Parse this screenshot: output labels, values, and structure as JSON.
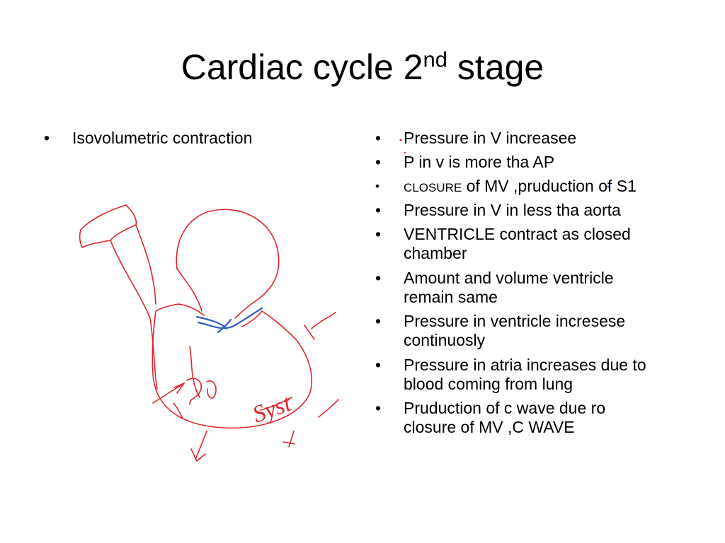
{
  "slide": {
    "title_main": "Cardiac cycle 2",
    "title_sup": "nd",
    "title_end": "stage",
    "left_bullet": "Isovolumetric contraction",
    "bullet_glyph": "•",
    "right_bullets": [
      "Pressure in V increasee",
      "P in v is more tha AP",
      "CLOSURE",
      "of MV ,pruduction of  S1",
      "Pressure in V in less tha aorta",
      "VENTRICLE contract  as closed",
      "chamber",
      "Amount and volume ventricle",
      "remain same",
      "Pressure in ventricle incresese",
      "continuosly",
      "Pressure in atria increases due to",
      "blood coming from lung",
      "Pruduction of c wave due ro",
      "closure of MV ,C WAVE"
    ]
  },
  "drawing": {
    "outline_color": "#e0242a",
    "valve_color": "#2f5fc4",
    "handwritten_text": "Syst"
  }
}
